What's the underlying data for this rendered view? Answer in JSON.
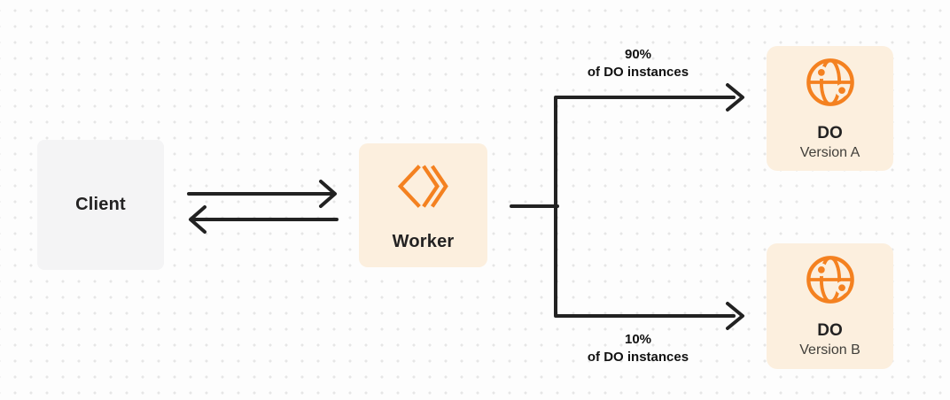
{
  "nodes": {
    "client": {
      "label": "Client"
    },
    "worker": {
      "label": "Worker",
      "icon": "workers-chevrons-icon"
    },
    "do_version_a": {
      "title": "DO",
      "subtitle": "Version A",
      "icon": "globe-icon"
    },
    "do_version_b": {
      "title": "DO",
      "subtitle": "Version B",
      "icon": "globe-icon"
    }
  },
  "edges": {
    "split_top": {
      "label_line1": "90%",
      "label_line2": "of DO instances"
    },
    "split_bottom": {
      "label_line1": "10%",
      "label_line2": "of DO instances"
    }
  },
  "colors": {
    "accent_orange": "#f48120",
    "node_cream_bg": "#fcefde",
    "client_bg": "#f4f4f5",
    "arrow": "#222222",
    "canvas_bg": "#fdfdfd",
    "grid_dot": "#e6e6e6"
  }
}
